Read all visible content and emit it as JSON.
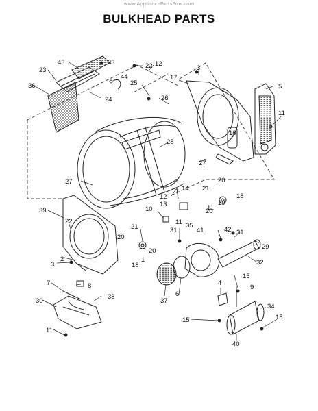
{
  "watermark": "www.AppliancePartsPros.com",
  "title": "BULKHEAD PARTS",
  "callouts": [
    {
      "id": "c43",
      "text": "43"
    },
    {
      "id": "c33",
      "text": "33"
    },
    {
      "id": "c22a",
      "text": "22"
    },
    {
      "id": "c23",
      "text": "23"
    },
    {
      "id": "c44",
      "text": "44"
    },
    {
      "id": "c3a",
      "text": "3"
    },
    {
      "id": "c12a",
      "text": "12"
    },
    {
      "id": "c17",
      "text": "17"
    },
    {
      "id": "c36",
      "text": "36"
    },
    {
      "id": "c25",
      "text": "25"
    },
    {
      "id": "c5",
      "text": "5"
    },
    {
      "id": "c26",
      "text": "26"
    },
    {
      "id": "c24",
      "text": "24"
    },
    {
      "id": "c11a",
      "text": "11"
    },
    {
      "id": "c16",
      "text": "16"
    },
    {
      "id": "c28",
      "text": "28"
    },
    {
      "id": "c27a",
      "text": "27"
    },
    {
      "id": "c27b",
      "text": "27"
    },
    {
      "id": "c20a",
      "text": "20"
    },
    {
      "id": "c21a",
      "text": "21"
    },
    {
      "id": "c14",
      "text": "14"
    },
    {
      "id": "c18a",
      "text": "18"
    },
    {
      "id": "c12b",
      "text": "12"
    },
    {
      "id": "c13",
      "text": "13"
    },
    {
      "id": "c19",
      "text": "19"
    },
    {
      "id": "c20b",
      "text": "20"
    },
    {
      "id": "c39",
      "text": "39"
    },
    {
      "id": "c10",
      "text": "10"
    },
    {
      "id": "c11b",
      "text": "11"
    },
    {
      "id": "c22b",
      "text": "22"
    },
    {
      "id": "c11c",
      "text": "11"
    },
    {
      "id": "c21b",
      "text": "21"
    },
    {
      "id": "c31a",
      "text": "31"
    },
    {
      "id": "c35",
      "text": "35"
    },
    {
      "id": "c41",
      "text": "41"
    },
    {
      "id": "c42",
      "text": "42"
    },
    {
      "id": "c31b",
      "text": "31"
    },
    {
      "id": "c20c",
      "text": "20"
    },
    {
      "id": "c20d",
      "text": "20"
    },
    {
      "id": "c29",
      "text": "29"
    },
    {
      "id": "c18b",
      "text": "18"
    },
    {
      "id": "c1",
      "text": "1"
    },
    {
      "id": "c2",
      "text": "2"
    },
    {
      "id": "c3b",
      "text": "3"
    },
    {
      "id": "c32",
      "text": "32"
    },
    {
      "id": "c8",
      "text": "8"
    },
    {
      "id": "c15a",
      "text": "15"
    },
    {
      "id": "c4",
      "text": "4"
    },
    {
      "id": "c7",
      "text": "7"
    },
    {
      "id": "c9",
      "text": "9"
    },
    {
      "id": "c37",
      "text": "37"
    },
    {
      "id": "c6",
      "text": "6"
    },
    {
      "id": "c38",
      "text": "38"
    },
    {
      "id": "c30",
      "text": "30"
    },
    {
      "id": "c34",
      "text": "34"
    },
    {
      "id": "c15b",
      "text": "15"
    },
    {
      "id": "c15c",
      "text": "15"
    },
    {
      "id": "c11d",
      "text": "11"
    },
    {
      "id": "c40",
      "text": "40"
    }
  ]
}
